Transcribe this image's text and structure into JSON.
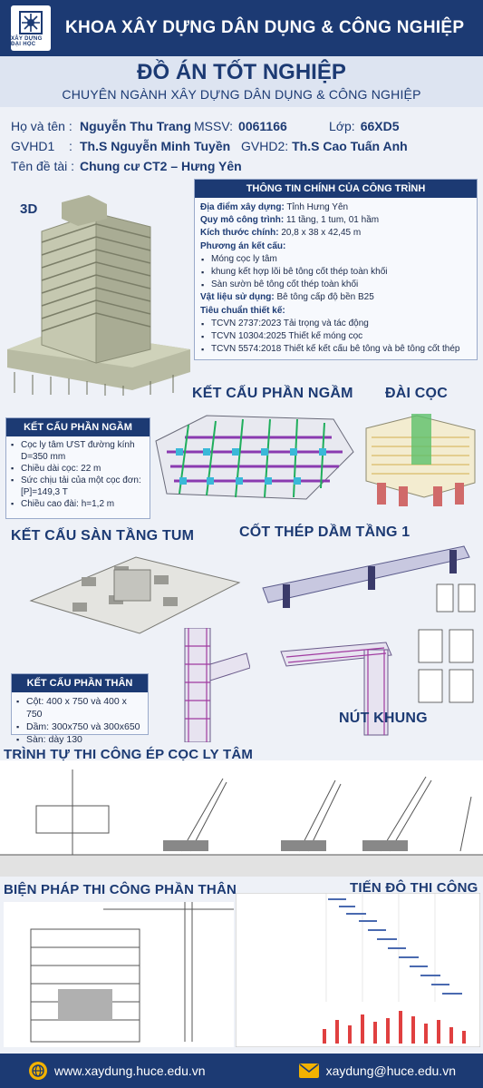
{
  "header": {
    "logo_text": "XÂY DỰNG ĐẠI HỌC",
    "title": "KHOA XÂY DỰNG DÂN DỤNG & CÔNG NGHIỆP"
  },
  "title_band": {
    "main": "ĐỒ ÁN TỐT NGHIỆP",
    "sub": "CHUYÊN NGÀNH XÂY DỰNG DÂN DỤNG & CÔNG NGHIỆP"
  },
  "student": {
    "name_label": "Họ và tên :",
    "name": "Nguyễn Thu Trang",
    "mssv_label": "MSSV:",
    "mssv": "0061166",
    "class_label": "Lớp:",
    "class": "66XD5",
    "gvhd1_label": "GVHD1",
    "gvhd1_sep": ":",
    "gvhd1": "Th.S Nguyễn Minh Tuyền",
    "gvhd2_label": "GVHD2:",
    "gvhd2": "Th.S Cao Tuấn Anh",
    "topic_label": "Tên đề tài :",
    "topic": "Chung cư CT2 – Hưng Yên"
  },
  "fig_labels": {
    "3d": "3D",
    "ket_cau_phan_ngam": "KẾT CẤU PHẦN NGẦM",
    "dai_coc": "ĐÀI CỌC",
    "ket_cau_san_tang_tum": "KẾT CẤU SÀN TẦNG TUM",
    "cot_thep_dam_tang_1": "CỐT THÉP DẦM TẦNG 1",
    "nut_khung": "NÚT KHUNG",
    "trinh_tu_thi_cong": "TRÌNH TỰ THI CÔNG ÉP CỌC LY TÂM",
    "bien_phap_thi_cong": "BIỆN PHÁP THI CÔNG PHẦN THÂN",
    "tien_do_thi_cong": "TIẾN ĐỘ THI CÔNG"
  },
  "main_info": {
    "title": "THÔNG TIN CHÍNH CỦA CÔNG TRÌNH",
    "location_label": "Địa điểm xây dựng:",
    "location": " Tỉnh Hưng Yên",
    "scale_label": "Quy mô công trình:",
    "scale": " 11 tầng, 1 tum, 01 hầm",
    "size_label": "Kích thước chính:",
    "size": " 20,8 x 38 x 42,45 m",
    "structure_label": "Phương án kết cấu:",
    "structure_items": [
      "Móng cọc ly tâm",
      "khung kết hợp lõi bê tông cốt thép toàn khối",
      "Sàn sườn bê tông cốt thép toàn khối"
    ],
    "material_label": "Vật liệu sử dụng:",
    "material": " Bê tông cấp độ bền B25",
    "standard_label": "Tiêu chuẩn thiết kế:",
    "standard_items": [
      "TCVN 2737:2023 Tải trọng và tác động",
      "TCVN 10304:2025 Thiết kế móng cọc",
      "TCVN 5574:2018 Thiết kế kết cấu bê tông  và bê tông cốt thép"
    ]
  },
  "substructure": {
    "title": "KẾT CẤU PHẦN NGẦM",
    "items": [
      "Cọc ly tâm ƯST đường kính D=350 mm",
      "Chiều dài cọc: 22 m",
      "Sức chịu tải của một cọc đơn: [P]=149,3 T",
      "Chiều cao đài: h=1,2 m"
    ]
  },
  "superstructure": {
    "title": "KẾT CẤU PHẦN THÂN",
    "items": [
      "Cột: 400 x 750 và 400 x 750",
      "Dầm: 300x750 và 300x650",
      "Sàn: dày 130"
    ]
  },
  "footer": {
    "website": "www.xaydung.huce.edu.vn",
    "email": "xaydung@huce.edu.vn"
  },
  "colors": {
    "primary": "#1c3a73",
    "accent": "#f2b200",
    "band": "#dde4f1"
  }
}
